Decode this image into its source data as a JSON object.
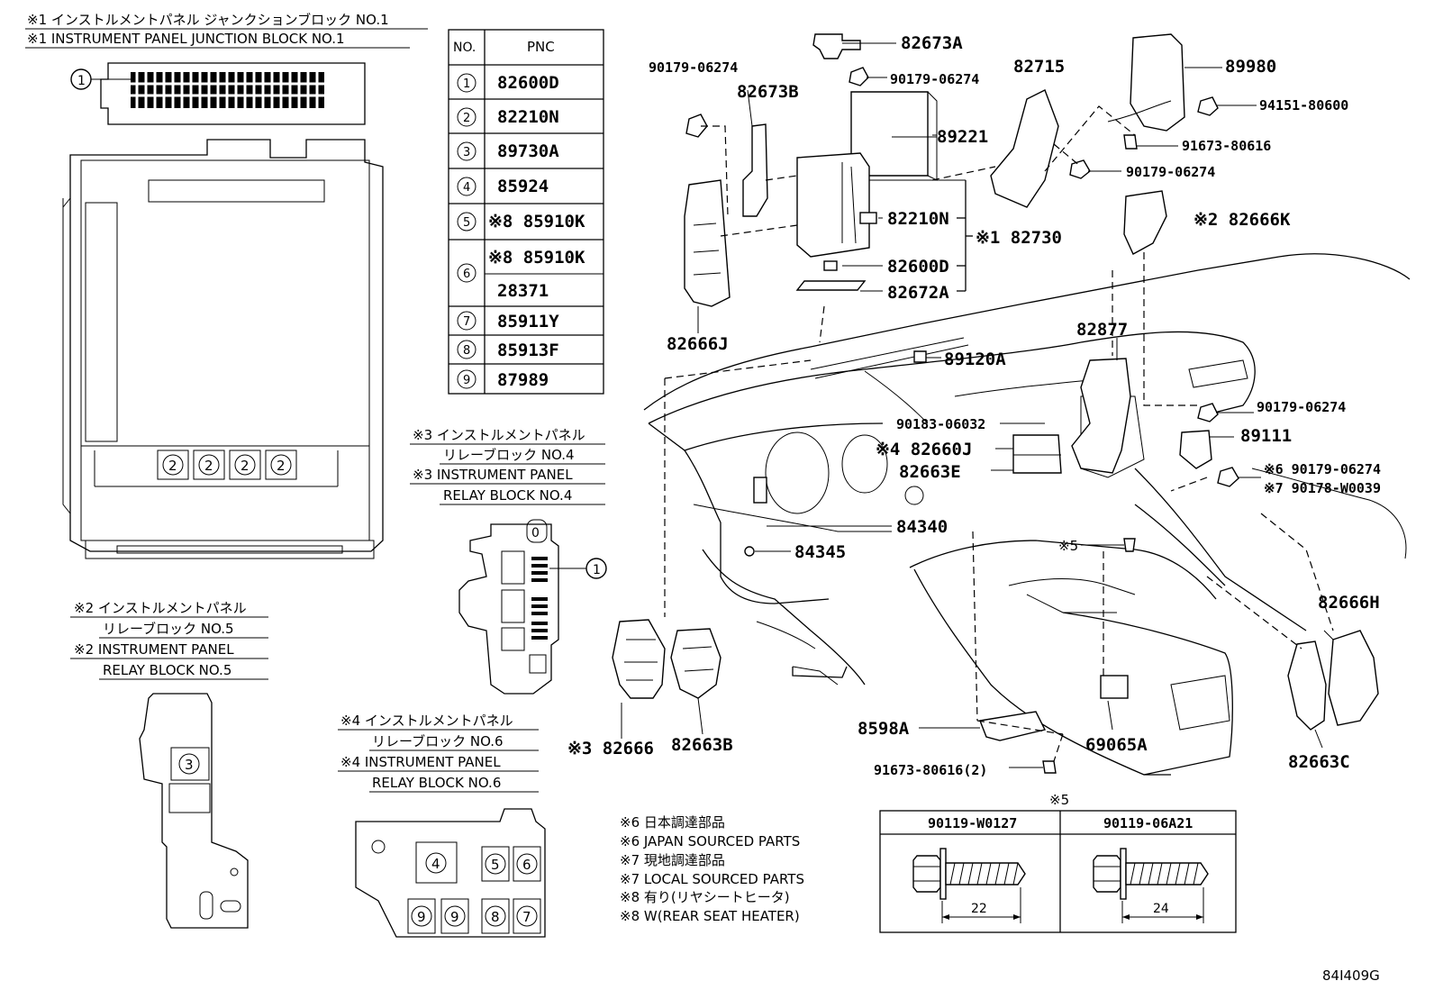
{
  "diagram_id": "84I409G",
  "headers": {
    "jb1_jp": "※1 インストルメントパネル ジャンクションブロック NO.1",
    "jb1_en": "※1 INSTRUMENT PANEL JUNCTION BLOCK NO.1",
    "rb4_jp1": "※3 インストルメントパネル",
    "rb4_jp2": "リレーブロック NO.4",
    "rb4_en1": "※3 INSTRUMENT PANEL",
    "rb4_en2": "RELAY BLOCK NO.4",
    "rb5_jp1": "※2 インストルメントパネル",
    "rb5_jp2": "リレーブロック NO.5",
    "rb5_en1": "※2 INSTRUMENT PANEL",
    "rb5_en2": "RELAY BLOCK NO.5",
    "rb6_jp1": "※4 インストルメントパネル",
    "rb6_jp2": "リレーブロック NO.6",
    "rb6_en1": "※4 INSTRUMENT PANEL",
    "rb6_en2": "RELAY BLOCK NO.6"
  },
  "table": {
    "col_no": "NO.",
    "col_pnc": "PNC",
    "rows": [
      {
        "no": "1",
        "pnc": "82600D"
      },
      {
        "no": "2",
        "pnc": "82210N"
      },
      {
        "no": "3",
        "pnc": "89730A"
      },
      {
        "no": "4",
        "pnc": "85924"
      },
      {
        "no": "5",
        "pnc": "※8 85910K"
      },
      {
        "no": "6",
        "pnc": "※8 85910K",
        "pnc2": "28371"
      },
      {
        "no": "7",
        "pnc": "85911Y"
      },
      {
        "no": "8",
        "pnc": "85913F"
      },
      {
        "no": "9",
        "pnc": "87989"
      }
    ]
  },
  "markers": {
    "m1": "1",
    "m2": "2",
    "m3": "3",
    "m4": "4",
    "m5": "5",
    "m6": "6",
    "m7": "7",
    "m8": "8",
    "m9": "9",
    "m0": "0"
  },
  "labels": {
    "p82673A": "82673A",
    "p90179_top_left": "90179-06274",
    "p90179_top_mid": "90179-06274",
    "p82673B": "82673B",
    "p82715": "82715",
    "p89980": "89980",
    "p94151": "94151-80600",
    "p91673_top": "91673-80616",
    "p90179_right_top": "90179-06274",
    "p89221": "89221",
    "p82210N": "82210N",
    "p82730": "※1 82730",
    "p82666K": "※2 82666K",
    "p82600D": "82600D",
    "p82672A": "82672A",
    "p82666J": "82666J",
    "p82877": "82877",
    "p89120A": "89120A",
    "p90179_right_mid": "90179-06274",
    "p90183": "90183-06032",
    "p89111": "89111",
    "p82660J": "※4 82660J",
    "p82663E": "82663E",
    "p90179_6": "※6 90179-06274",
    "p90178_7": "※7 90178-W0039",
    "p84340": "84340",
    "p84345": "84345",
    "p5note": "※5",
    "p82666H": "82666H",
    "p82666_3": "※3 82666",
    "p82663B": "82663B",
    "p8598A": "8598A",
    "p69065A": "69065A",
    "p82663C": "82663C",
    "p91673_bottom": "91673-80616(2)"
  },
  "notes": [
    "※6 日本調達部品",
    "※6 JAPAN SOURCED PARTS",
    "※7 現地調達部品",
    "※7 LOCAL SOURCED PARTS",
    "※8 有り(リヤシートヒータ)",
    "※8 W(REAR SEAT HEATER)"
  ],
  "bolt_table": {
    "title": "※5",
    "col1": "90119-W0127",
    "col2": "90119-06A21",
    "len1": "22",
    "len2": "24"
  }
}
